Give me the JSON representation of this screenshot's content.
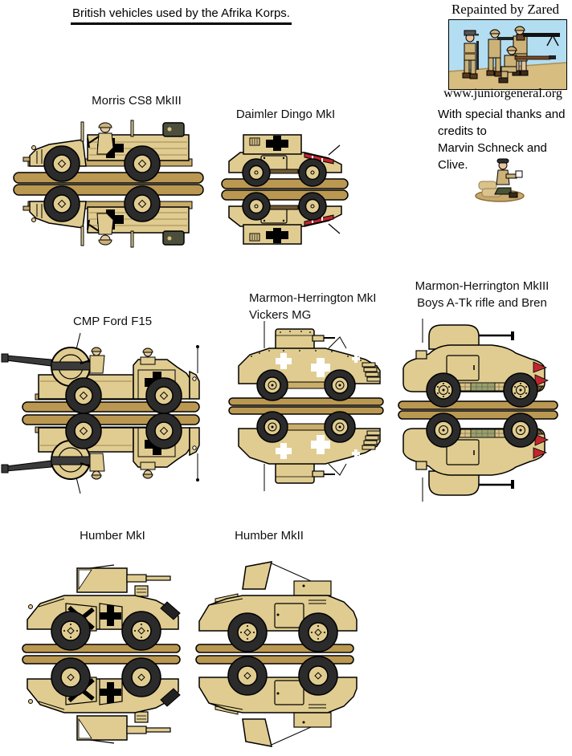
{
  "page_title": "British vehicles used by the Afrika Korps.",
  "header": {
    "repainted_by": "Repainted by Zared",
    "website": "www.juniorgeneral.org",
    "thanks_lines": [
      "With special thanks and",
      "credits to",
      "Marvin Schneck and",
      "Clive."
    ]
  },
  "vehicles": {
    "morris": {
      "label": "Morris CS8 MkIII"
    },
    "dingo": {
      "label": "Daimler Dingo MkI"
    },
    "cmp": {
      "label": "CMP Ford F15"
    },
    "mh1": {
      "label_line1": "Marmon-Herrington MkI",
      "label_line2": "Vickers MG"
    },
    "mh3": {
      "label_line1": "Marmon-Herrington MkIII",
      "label_line2": "Boys A-Tk rifle and Bren"
    },
    "humber1": {
      "label": "Humber MkI"
    },
    "humber2": {
      "label": "Humber MkII"
    }
  },
  "illustrations": {
    "soldiers_group": "four-afrika-korps-soldiers",
    "resting_soldier": "soldier-drinking-tea"
  },
  "colors": {
    "body_tan": "#e0cc90",
    "shadow_tan": "#c9ad6a",
    "base_strip": "#bb9851",
    "tire_black": "#2b2b2b",
    "marking_black": "#000000",
    "marking_white": "#ffffff",
    "marking_red": "#c1272d",
    "sky_blue": "#b3def2"
  }
}
